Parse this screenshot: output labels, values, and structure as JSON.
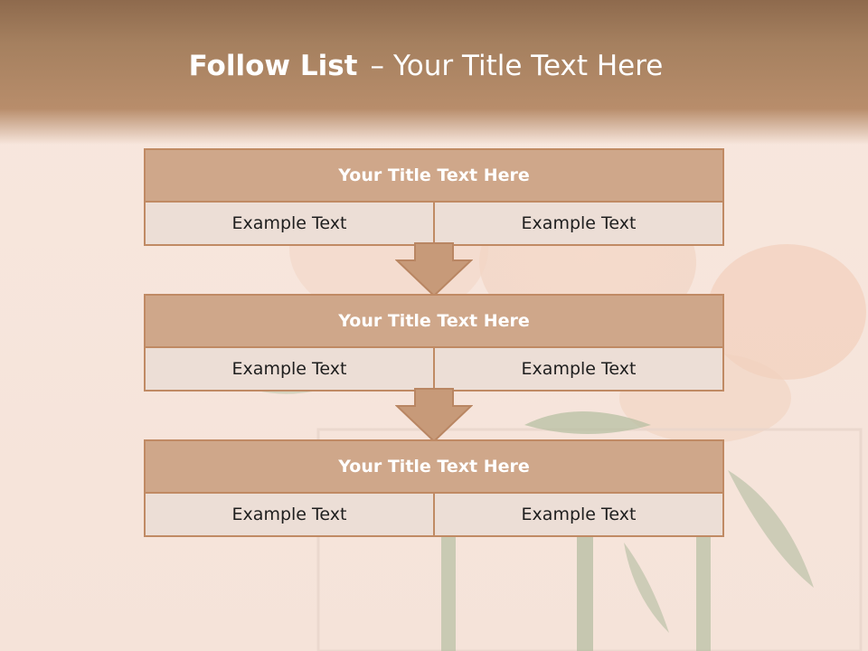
{
  "title": {
    "bold": "Follow List",
    "separator": "–",
    "rest": "Your Title Text Here"
  },
  "blocks": [
    {
      "heading": "Your Title Text Here",
      "left": "Example Text",
      "right": "Example Text"
    },
    {
      "heading": "Your Title Text Here",
      "left": "Example Text",
      "right": "Example Text"
    },
    {
      "heading": "Your Title Text Here",
      "left": "Example Text",
      "right": "Example Text"
    }
  ],
  "colors": {
    "header": "#a5805f",
    "block_border": "#c08a64",
    "block_heading": "#cfa78a",
    "arrow_fill": "#c79a79",
    "background": "#f7e6dd"
  }
}
